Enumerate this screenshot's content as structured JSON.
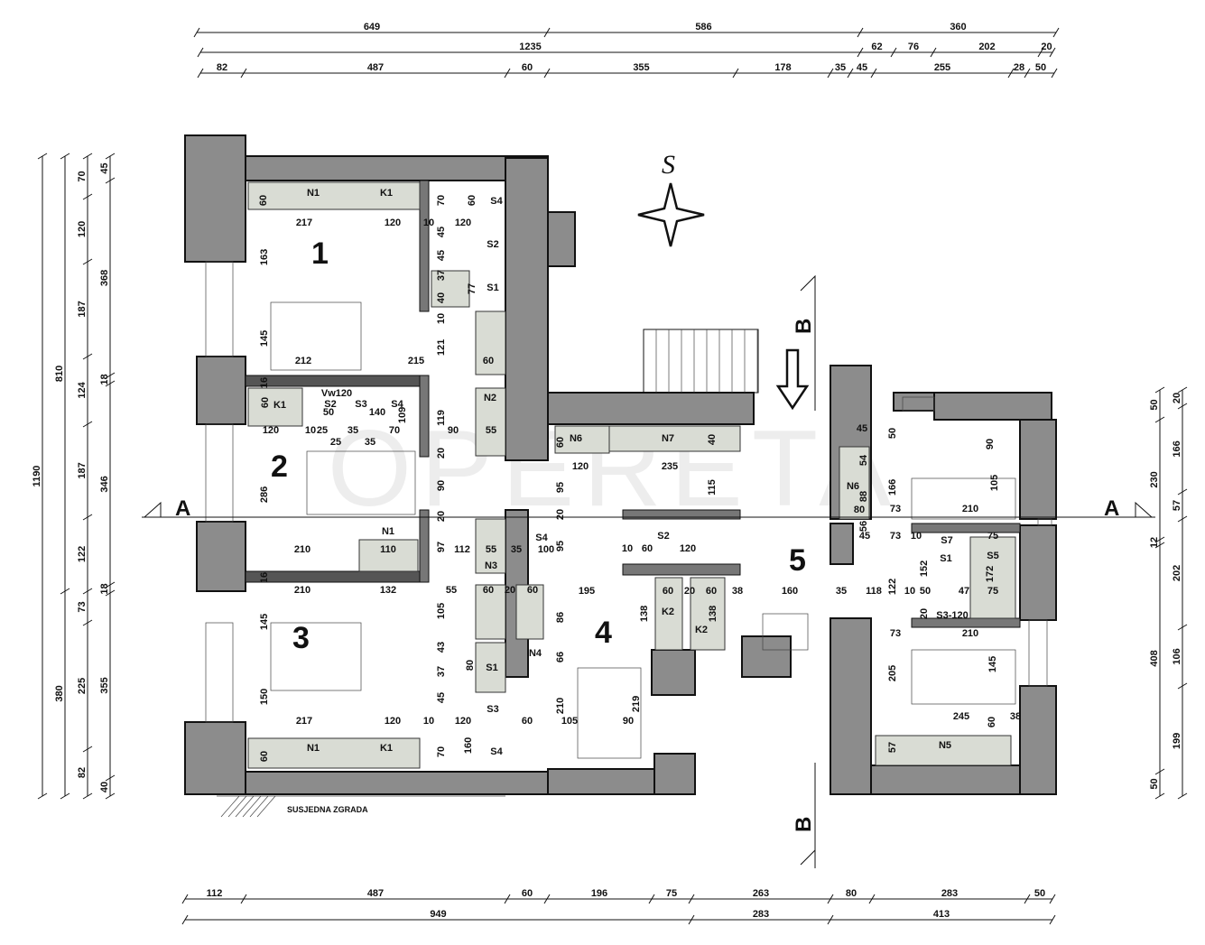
{
  "drawing": {
    "north_label": "S",
    "neighbor_label": "SUSJEDNA ZGRADA",
    "watermark": "OPERETA"
  },
  "rooms": [
    "1",
    "2",
    "3",
    "4",
    "5"
  ],
  "section_markers": {
    "a_left": "A",
    "a_right": "A",
    "b_top": "B",
    "b_bottom": "B"
  },
  "dimensions": {
    "top": {
      "row1": [
        "649",
        "586",
        "360"
      ],
      "row2": [
        "1235",
        "62",
        "76",
        "202",
        "20"
      ],
      "row3": [
        "82",
        "487",
        "60",
        "355",
        "178",
        "35",
        "45",
        "255",
        "28",
        "50"
      ]
    },
    "bottom": {
      "row1": [
        "112",
        "487",
        "60",
        "196",
        "75",
        "263",
        "80",
        "283",
        "50"
      ],
      "row2": [
        "949",
        "283",
        "413"
      ]
    },
    "left": {
      "col1": [
        "1190"
      ],
      "col2": [
        "810",
        "380"
      ],
      "col3": [
        "70",
        "120",
        "187",
        "124",
        "187",
        "122",
        "73",
        "225",
        "82"
      ],
      "col4": [
        "45",
        "368",
        "18",
        "346",
        "18",
        "355",
        "40"
      ]
    },
    "right": {
      "col1": [
        "50",
        "230",
        "12",
        "408",
        "50"
      ],
      "col2": [
        "20",
        "166",
        "57",
        "202",
        "106",
        "199"
      ]
    },
    "interior": [
      "60",
      "217",
      "120",
      "10",
      "120",
      "70",
      "60",
      "45",
      "45",
      "37",
      "40",
      "77",
      "10",
      "121",
      "163",
      "145",
      "212",
      "215",
      "60",
      "16",
      "60",
      "50",
      "140",
      "109",
      "120",
      "10",
      "25",
      "35",
      "70",
      "25",
      "35",
      "90",
      "55",
      "119",
      "20",
      "90",
      "286",
      "20",
      "97",
      "210",
      "110",
      "112",
      "55",
      "35",
      "100",
      "16",
      "210",
      "132",
      "55",
      "60",
      "20",
      "60",
      "105",
      "145",
      "43",
      "37",
      "45",
      "80",
      "150",
      "217",
      "120",
      "10",
      "120",
      "60",
      "60",
      "70",
      "160",
      "120",
      "235",
      "95",
      "115",
      "40",
      "60",
      "20",
      "95",
      "60",
      "120",
      "10",
      "195",
      "60",
      "20",
      "60",
      "38",
      "160",
      "35",
      "118",
      "138",
      "138",
      "86",
      "66",
      "210",
      "219",
      "105",
      "90",
      "45",
      "50",
      "90",
      "54",
      "166",
      "88",
      "105",
      "80",
      "73",
      "210",
      "56",
      "45",
      "73",
      "10",
      "75",
      "152",
      "172",
      "122",
      "10",
      "50",
      "47",
      "75",
      "20",
      "73",
      "210",
      "205",
      "145",
      "245",
      "60",
      "38",
      "57"
    ]
  },
  "fixtures": [
    "N1",
    "K1",
    "S4",
    "S2",
    "S1",
    "N2",
    "K1",
    "S2",
    "S3",
    "S4",
    "Vw120",
    "N1",
    "N3",
    "S4",
    "N6",
    "N7",
    "S2",
    "K2",
    "K2",
    "N4",
    "S1",
    "S3",
    "N1",
    "K1",
    "S4",
    "N6",
    "S7",
    "S1",
    "S5",
    "S3-120",
    "N5"
  ]
}
